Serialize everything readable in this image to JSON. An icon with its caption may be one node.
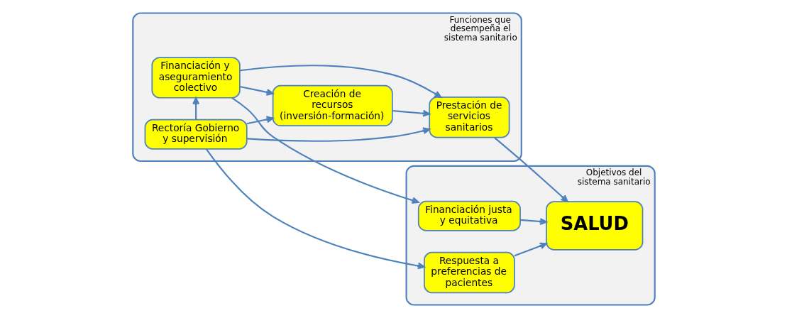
{
  "diagram": {
    "nodes": [
      {
        "text": [
          "Funciones que desempeña el sistema sanitario"
        ]
      },
      {
        "text": [
          "Rectoría Gobierno y supervisión"
        ],
        "in": 0
      },
      {
        "text": [
          "Creación de recursos (inversión-formación)"
        ],
        "in": 0
      },
      {
        "text": [
          "Prestación de servicios sanitarios"
        ],
        "in": 0
      },
      {
        "text": [
          "Financiación y aseguramiento colectivo"
        ],
        "in": 0
      },
      {
        "text": [
          "Objetivos del sistema sanitario"
        ]
      },
      {
        "text": [
          "Respuesta a preferencias de pacientes"
        ],
        "in": 5
      },
      {
        "text": [
          "SALUD"
        ],
        "in": 5
      },
      {
        "text": [
          "Financiación justa y equitativa"
        ],
        "in": 5
      }
    ],
    "edges": [
      {
        "from": 1,
        "to": 6,
        "arrow": "to"
      },
      {
        "from": 1,
        "to": 3,
        "arrow": "to"
      },
      {
        "from": 1,
        "to": 2,
        "arrow": "to"
      },
      {
        "from": 1,
        "to": 4,
        "arrow": "to"
      },
      {
        "from": 4,
        "to": 2,
        "arrow": "to"
      },
      {
        "from": 4,
        "to": 3,
        "arrow": "to"
      },
      {
        "from": 4,
        "to": 8,
        "arrow": "to"
      },
      {
        "from": 2,
        "to": 3,
        "arrow": "to"
      },
      {
        "from": 3,
        "to": 7,
        "arrow": "to"
      },
      {
        "from": 6,
        "to": 7,
        "arrow": "to"
      },
      {
        "from": 8,
        "to": 7,
        "arrow": "to"
      }
    ]
  }
}
